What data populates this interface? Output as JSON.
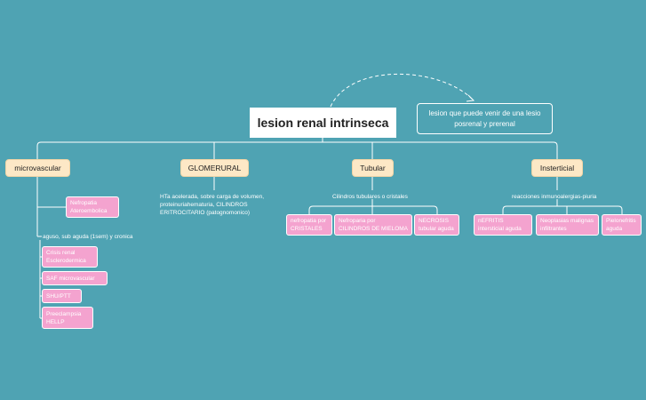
{
  "root": {
    "label": "lesion renal intrinseca"
  },
  "note": {
    "label": "lesion que puede venir de una lesio posrenal y prerenal"
  },
  "categories": {
    "micro": "microvascular",
    "glom": "GLOMERURAL",
    "tub": "Tubular",
    "inter": "Insterticial"
  },
  "micro": {
    "n1": "Nefropatia Ateroembolica",
    "desc": "aguso, sub aguda (1sem) y cronica",
    "n2": "Crisis renal Esclerodermica",
    "n3": "SAF microvascular",
    "n4": "SHU/PTT",
    "n5": "Preeclampsia HELLP"
  },
  "glom": {
    "desc": "HTa acelerada, sobre carga de volumen, proteinuriahematuria, CILINDROS ERITROCITARIO (patognomonico)"
  },
  "tub": {
    "desc": "Cilindros tubulares o cristales",
    "n1": "nefropatia por CRISTALES",
    "n2": "Nefroparia por CILINDROS DE MIELOMA",
    "n3": "NECROSIS tubular aguda"
  },
  "inter": {
    "desc": "reacciones inmunoalergias-piuria",
    "n1": "nEFRITIS intersticial aguda",
    "n2": "Neoplasias malignas infiltrantes",
    "n3": "Pielonefritis aguda"
  },
  "colors": {
    "background": "#4fa3b3",
    "category": "#fde8c6",
    "leaf": "#f4a3cf"
  }
}
